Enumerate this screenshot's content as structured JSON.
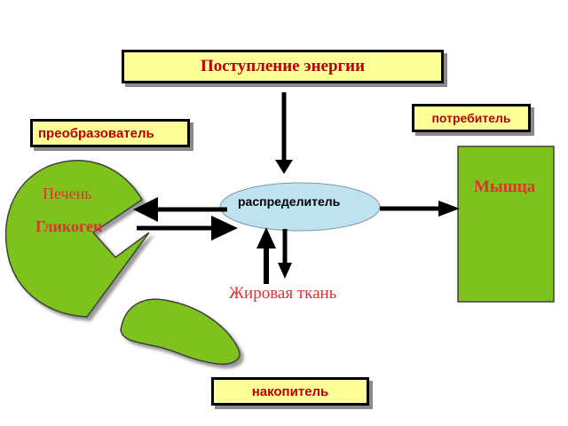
{
  "energy_supply": "Поступление энергии",
  "converter": "преобразователь",
  "consumer": "потребитель",
  "distributor": "распределитель",
  "storage": "накопитель",
  "liver": "Печень",
  "glycogen": "Гликоген",
  "muscle": "Мышца",
  "fat_tissue": "Жировая ткань",
  "colors": {
    "box_fill": "#ffff99",
    "box_text": "#b80000",
    "organ_green": "#7dc31b",
    "organ_text": "#e03030",
    "distributor_fill": "#bfe3ee"
  }
}
